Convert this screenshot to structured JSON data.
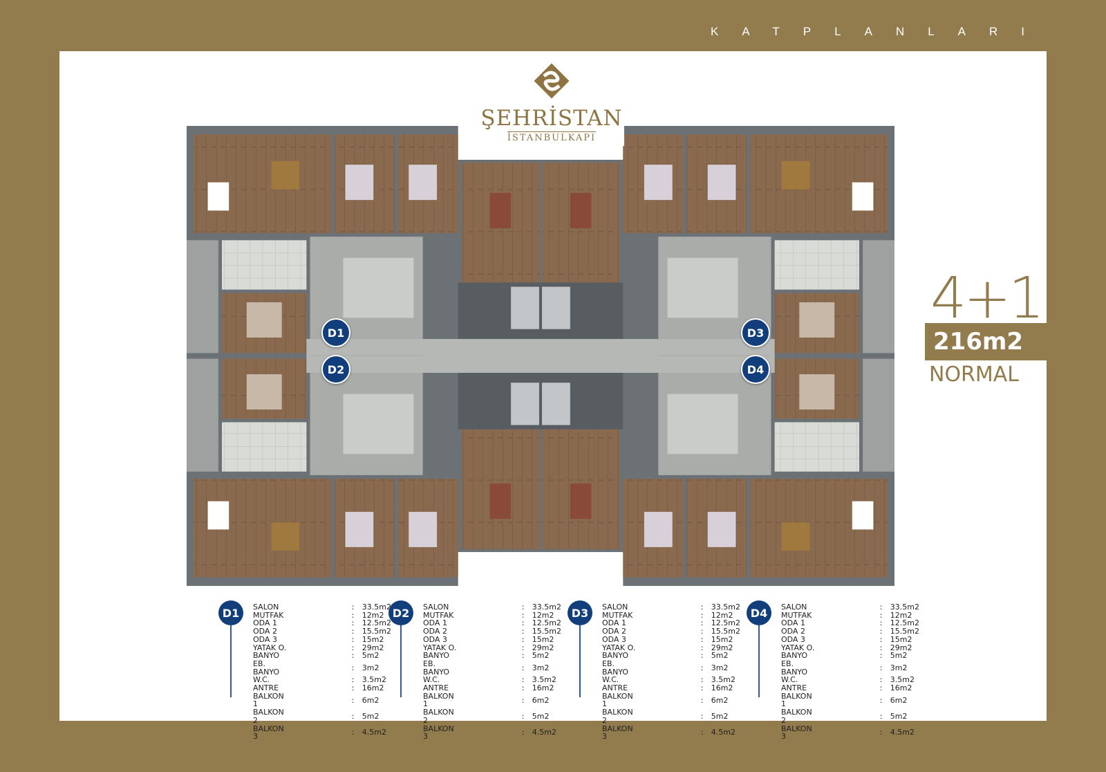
{
  "header": {
    "title": "KATPLANLARI"
  },
  "logo": {
    "name": "ŞEHRİSTAN",
    "sub": "İSTANBULKAPI"
  },
  "plan_type": {
    "rooms": "4+1",
    "area": "216m2",
    "category": "NORMAL"
  },
  "plan_markers": [
    "D1",
    "D2",
    "D3",
    "D4"
  ],
  "colors": {
    "gold": "#927b4c",
    "navy": "#123f7c"
  },
  "units": [
    {
      "id": "D1",
      "rows": [
        [
          "SALON",
          "33.5m2"
        ],
        [
          "MUTFAK",
          "12m2"
        ],
        [
          "ODA 1",
          "12.5m2"
        ],
        [
          "ODA 2",
          "15.5m2"
        ],
        [
          "ODA 3",
          "15m2"
        ],
        [
          "YATAK O.",
          "29m2"
        ],
        [
          "BANYO",
          "5m2"
        ],
        [
          "EB. BANYO",
          "3m2"
        ],
        [
          "W.C.",
          "3.5m2"
        ],
        [
          "ANTRE",
          "16m2"
        ],
        [
          "BALKON 1",
          "6m2"
        ],
        [
          "BALKON 2",
          "5m2"
        ],
        [
          "BALKON 3",
          "4.5m2"
        ]
      ]
    },
    {
      "id": "D2",
      "rows": [
        [
          "SALON",
          "33.5m2"
        ],
        [
          "MUTFAK",
          "12m2"
        ],
        [
          "ODA 1",
          "12.5m2"
        ],
        [
          "ODA 2",
          "15.5m2"
        ],
        [
          "ODA 3",
          "15m2"
        ],
        [
          "YATAK O.",
          "29m2"
        ],
        [
          "BANYO",
          "5m2"
        ],
        [
          "EB. BANYO",
          "3m2"
        ],
        [
          "W.C.",
          "3.5m2"
        ],
        [
          "ANTRE",
          "16m2"
        ],
        [
          "BALKON 1",
          "6m2"
        ],
        [
          "BALKON 2",
          "5m2"
        ],
        [
          "BALKON 3",
          "4.5m2"
        ]
      ]
    },
    {
      "id": "D3",
      "rows": [
        [
          "SALON",
          "33.5m2"
        ],
        [
          "MUTFAK",
          "12m2"
        ],
        [
          "ODA 1",
          "12.5m2"
        ],
        [
          "ODA 2",
          "15.5m2"
        ],
        [
          "ODA 3",
          "15m2"
        ],
        [
          "YATAK O.",
          "29m2"
        ],
        [
          "BANYO",
          "5m2"
        ],
        [
          "EB. BANYO",
          "3m2"
        ],
        [
          "W.C.",
          "3.5m2"
        ],
        [
          "ANTRE",
          "16m2"
        ],
        [
          "BALKON 1",
          "6m2"
        ],
        [
          "BALKON 2",
          "5m2"
        ],
        [
          "BALKON 3",
          "4.5m2"
        ]
      ]
    },
    {
      "id": "D4",
      "rows": [
        [
          "SALON",
          "33.5m2"
        ],
        [
          "MUTFAK",
          "12m2"
        ],
        [
          "ODA 1",
          "12.5m2"
        ],
        [
          "ODA 2",
          "15.5m2"
        ],
        [
          "ODA 3",
          "15m2"
        ],
        [
          "YATAK O.",
          "29m2"
        ],
        [
          "BANYO",
          "5m2"
        ],
        [
          "EB. BANYO",
          "3m2"
        ],
        [
          "W.C.",
          "3.5m2"
        ],
        [
          "ANTRE",
          "16m2"
        ],
        [
          "BALKON 1",
          "6m2"
        ],
        [
          "BALKON 2",
          "5m2"
        ],
        [
          "BALKON 3",
          "4.5m2"
        ]
      ]
    }
  ],
  "separator": ":"
}
